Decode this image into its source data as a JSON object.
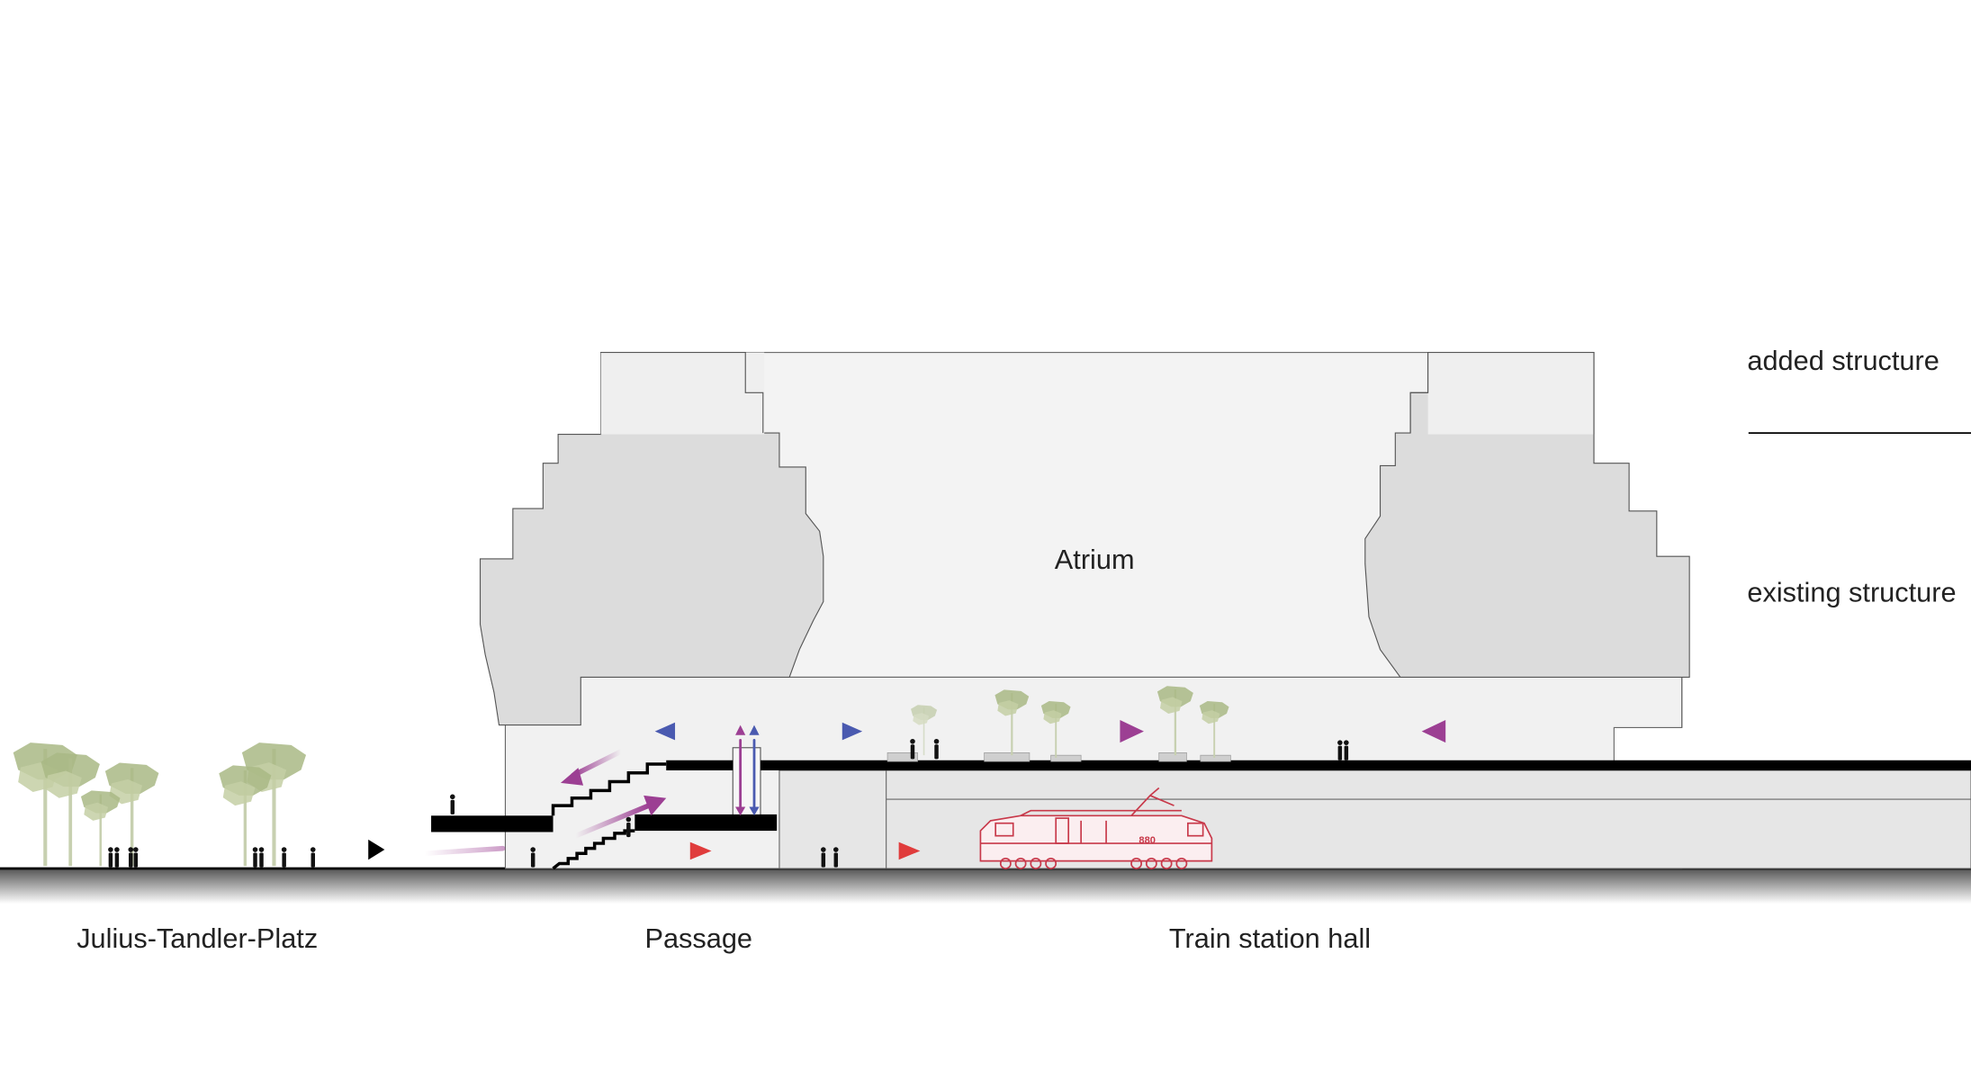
{
  "labels": {
    "atrium": "Atrium",
    "added_structure": "added structure",
    "existing_structure": "existing structure",
    "julius_tandler_platz": "Julius-Tandler-Platz",
    "passage": "Passage",
    "train_station_hall": "Train station hall",
    "train_number": "880"
  },
  "colors": {
    "existing_structure": "#dcdcdc",
    "added_structure": "#efefef",
    "floor_slab": "#000000",
    "tree_foliage": "#a9b985",
    "arrow_red": "#e03c3c",
    "arrow_purple": "#9c3f93",
    "arrow_blue": "#4a5ab0",
    "train_outline": "#c8394a"
  },
  "icons": {
    "trees": "tree-icon",
    "people": "person-icon",
    "train": "locomotive-icon",
    "entrance_marker": "play-triangle-icon"
  }
}
